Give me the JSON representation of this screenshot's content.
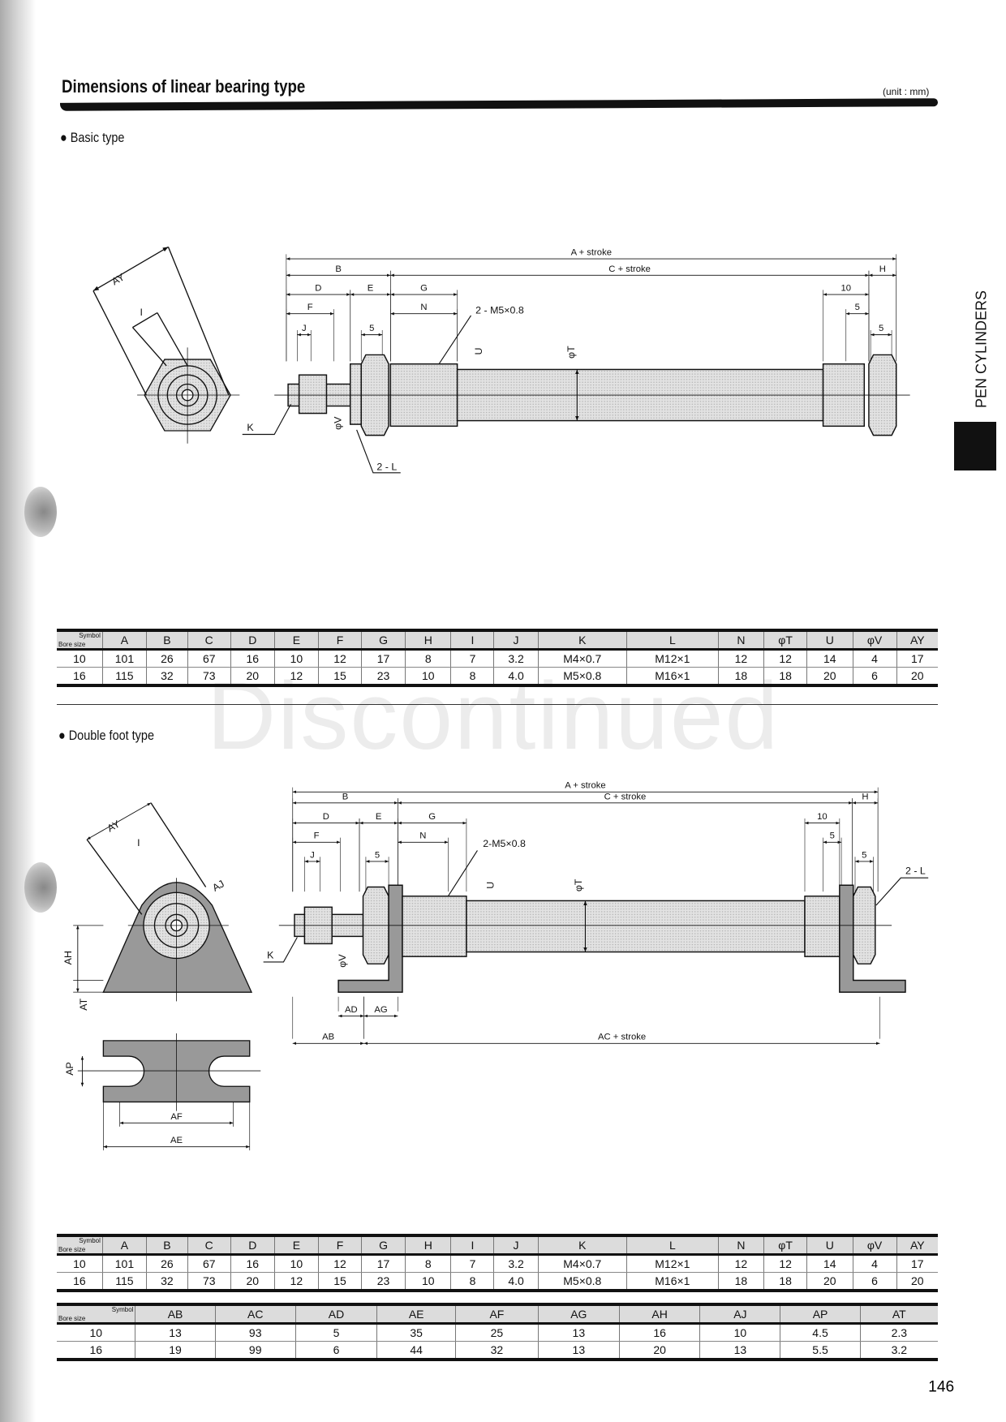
{
  "header": {
    "title": "Dimensions of linear bearing type",
    "unit": "(unit : mm)"
  },
  "side_label": "PEN CYLINDERS",
  "watermark": "Discontinued",
  "page_number": "146",
  "basic": {
    "heading": "Basic type",
    "labels": {
      "a_stroke": "A + stroke",
      "b": "B",
      "c_stroke": "C + stroke",
      "h": "H",
      "d": "D",
      "e": "E",
      "g": "G",
      "ten": "10",
      "f": "F",
      "n": "N",
      "five": "5",
      "j": "J",
      "thread": "2 - M5×0.8",
      "u": "U",
      "t": "φT",
      "v": "φV",
      "k": "K",
      "l": "2 - L",
      "ay": "AY",
      "i": "I"
    },
    "table": {
      "corner_symbol": "Symbol",
      "corner_bore": "Bore size",
      "columns": [
        "A",
        "B",
        "C",
        "D",
        "E",
        "F",
        "G",
        "H",
        "I",
        "J",
        "K",
        "L",
        "N",
        "φT",
        "U",
        "φV",
        "AY"
      ],
      "rows": [
        {
          "bore": "10",
          "values": [
            "101",
            "26",
            "67",
            "16",
            "10",
            "12",
            "17",
            "8",
            "7",
            "3.2",
            "M4×0.7",
            "M12×1",
            "12",
            "12",
            "14",
            "4",
            "17"
          ]
        },
        {
          "bore": "16",
          "values": [
            "115",
            "32",
            "73",
            "20",
            "12",
            "15",
            "23",
            "10",
            "8",
            "4.0",
            "M5×0.8",
            "M16×1",
            "18",
            "18",
            "20",
            "6",
            "20"
          ]
        }
      ]
    }
  },
  "double_foot": {
    "heading": "Double foot  type",
    "labels": {
      "a_stroke": "A + stroke",
      "b": "B",
      "c_stroke": "C + stroke",
      "h": "H",
      "d": "D",
      "e": "E",
      "g": "G",
      "ten": "10",
      "f": "F",
      "n": "N",
      "five": "5",
      "j": "J",
      "thread": "2-M5×0.8",
      "u": "U",
      "t": "φT",
      "v": "φV",
      "k": "K",
      "l": "2 - L",
      "ad": "AD",
      "ag": "AG",
      "ab": "AB",
      "ac_stroke": "AC + stroke",
      "ay": "AY",
      "i": "I",
      "aj": "AJ",
      "ah": "AH",
      "at": "AT",
      "ap": "AP",
      "af": "AF",
      "ae": "AE"
    },
    "table": {
      "corner_symbol": "Symbol",
      "corner_bore": "Bore size",
      "columns": [
        "A",
        "B",
        "C",
        "D",
        "E",
        "F",
        "G",
        "H",
        "I",
        "J",
        "K",
        "L",
        "N",
        "φT",
        "U",
        "φV",
        "AY"
      ],
      "rows": [
        {
          "bore": "10",
          "values": [
            "101",
            "26",
            "67",
            "16",
            "10",
            "12",
            "17",
            "8",
            "7",
            "3.2",
            "M4×0.7",
            "M12×1",
            "12",
            "12",
            "14",
            "4",
            "17"
          ]
        },
        {
          "bore": "16",
          "values": [
            "115",
            "32",
            "73",
            "20",
            "12",
            "15",
            "23",
            "10",
            "8",
            "4.0",
            "M5×0.8",
            "M16×1",
            "18",
            "18",
            "20",
            "6",
            "20"
          ]
        }
      ]
    },
    "table2": {
      "corner_symbol": "Symbol",
      "corner_bore": "Bore size",
      "columns": [
        "AB",
        "AC",
        "AD",
        "AE",
        "AF",
        "AG",
        "AH",
        "AJ",
        "AP",
        "AT"
      ],
      "rows": [
        {
          "bore": "10",
          "values": [
            "13",
            "93",
            "5",
            "35",
            "25",
            "13",
            "16",
            "10",
            "4.5",
            "2.3"
          ]
        },
        {
          "bore": "16",
          "values": [
            "19",
            "99",
            "6",
            "44",
            "32",
            "13",
            "20",
            "13",
            "5.5",
            "3.2"
          ]
        }
      ]
    }
  }
}
